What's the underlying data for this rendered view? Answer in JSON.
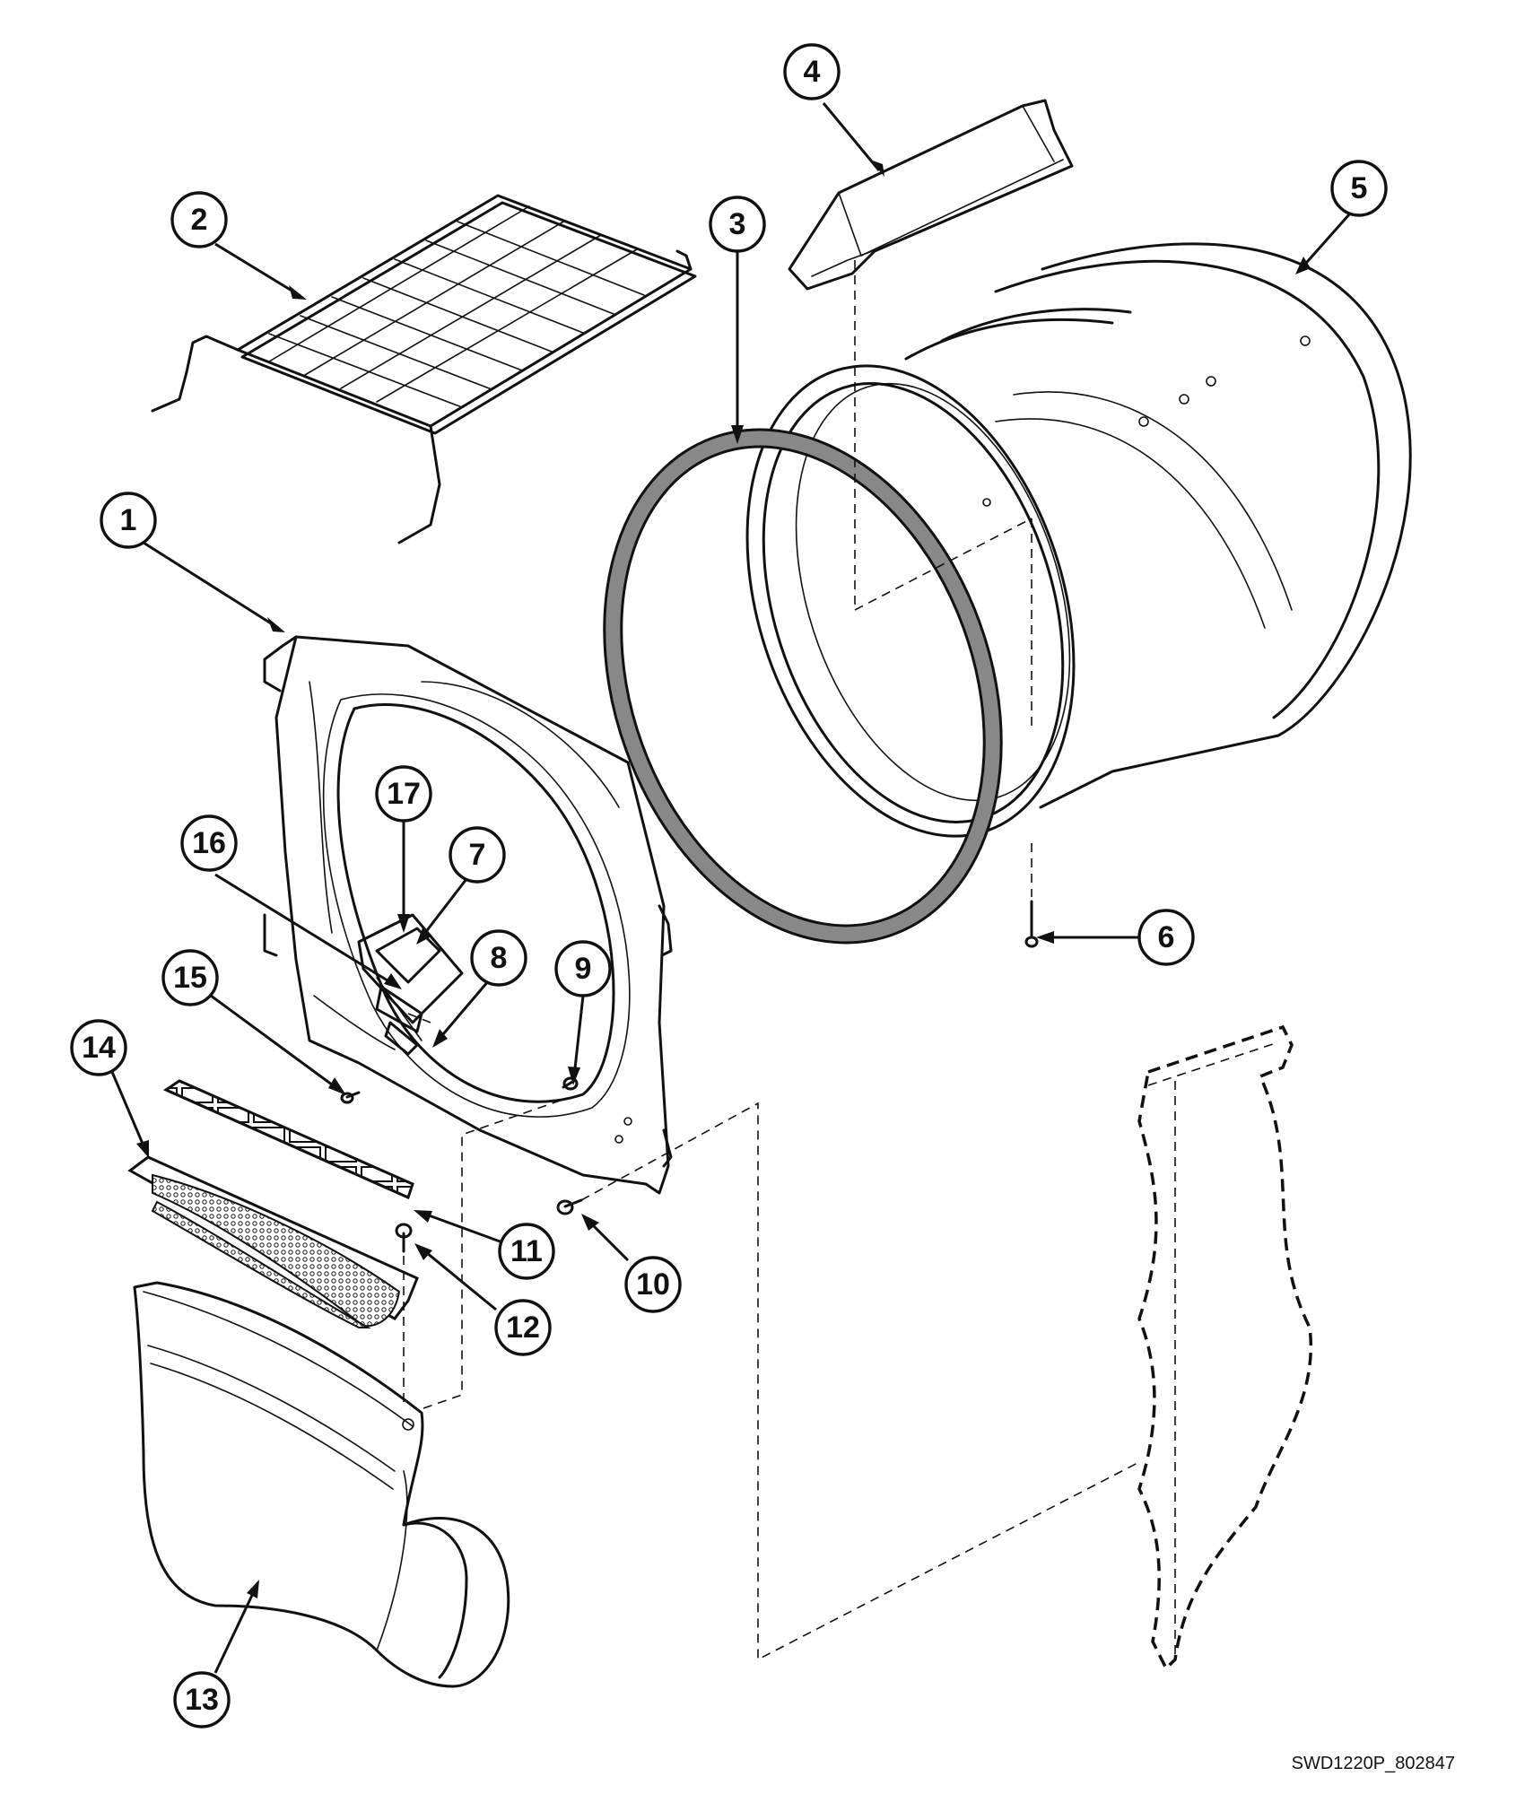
{
  "diagram": {
    "callouts": [
      {
        "id": "1",
        "label": "1"
      },
      {
        "id": "2",
        "label": "2"
      },
      {
        "id": "3",
        "label": "3"
      },
      {
        "id": "4",
        "label": "4"
      },
      {
        "id": "5",
        "label": "5"
      },
      {
        "id": "6",
        "label": "6"
      },
      {
        "id": "7",
        "label": "7"
      },
      {
        "id": "8",
        "label": "8"
      },
      {
        "id": "9",
        "label": "9"
      },
      {
        "id": "10",
        "label": "10"
      },
      {
        "id": "11",
        "label": "11"
      },
      {
        "id": "12",
        "label": "12"
      },
      {
        "id": "13",
        "label": "13"
      },
      {
        "id": "14",
        "label": "14"
      },
      {
        "id": "15",
        "label": "15"
      },
      {
        "id": "16",
        "label": "16"
      },
      {
        "id": "17",
        "label": "17"
      }
    ],
    "drawing_code": "SWD1220P_802847"
  }
}
